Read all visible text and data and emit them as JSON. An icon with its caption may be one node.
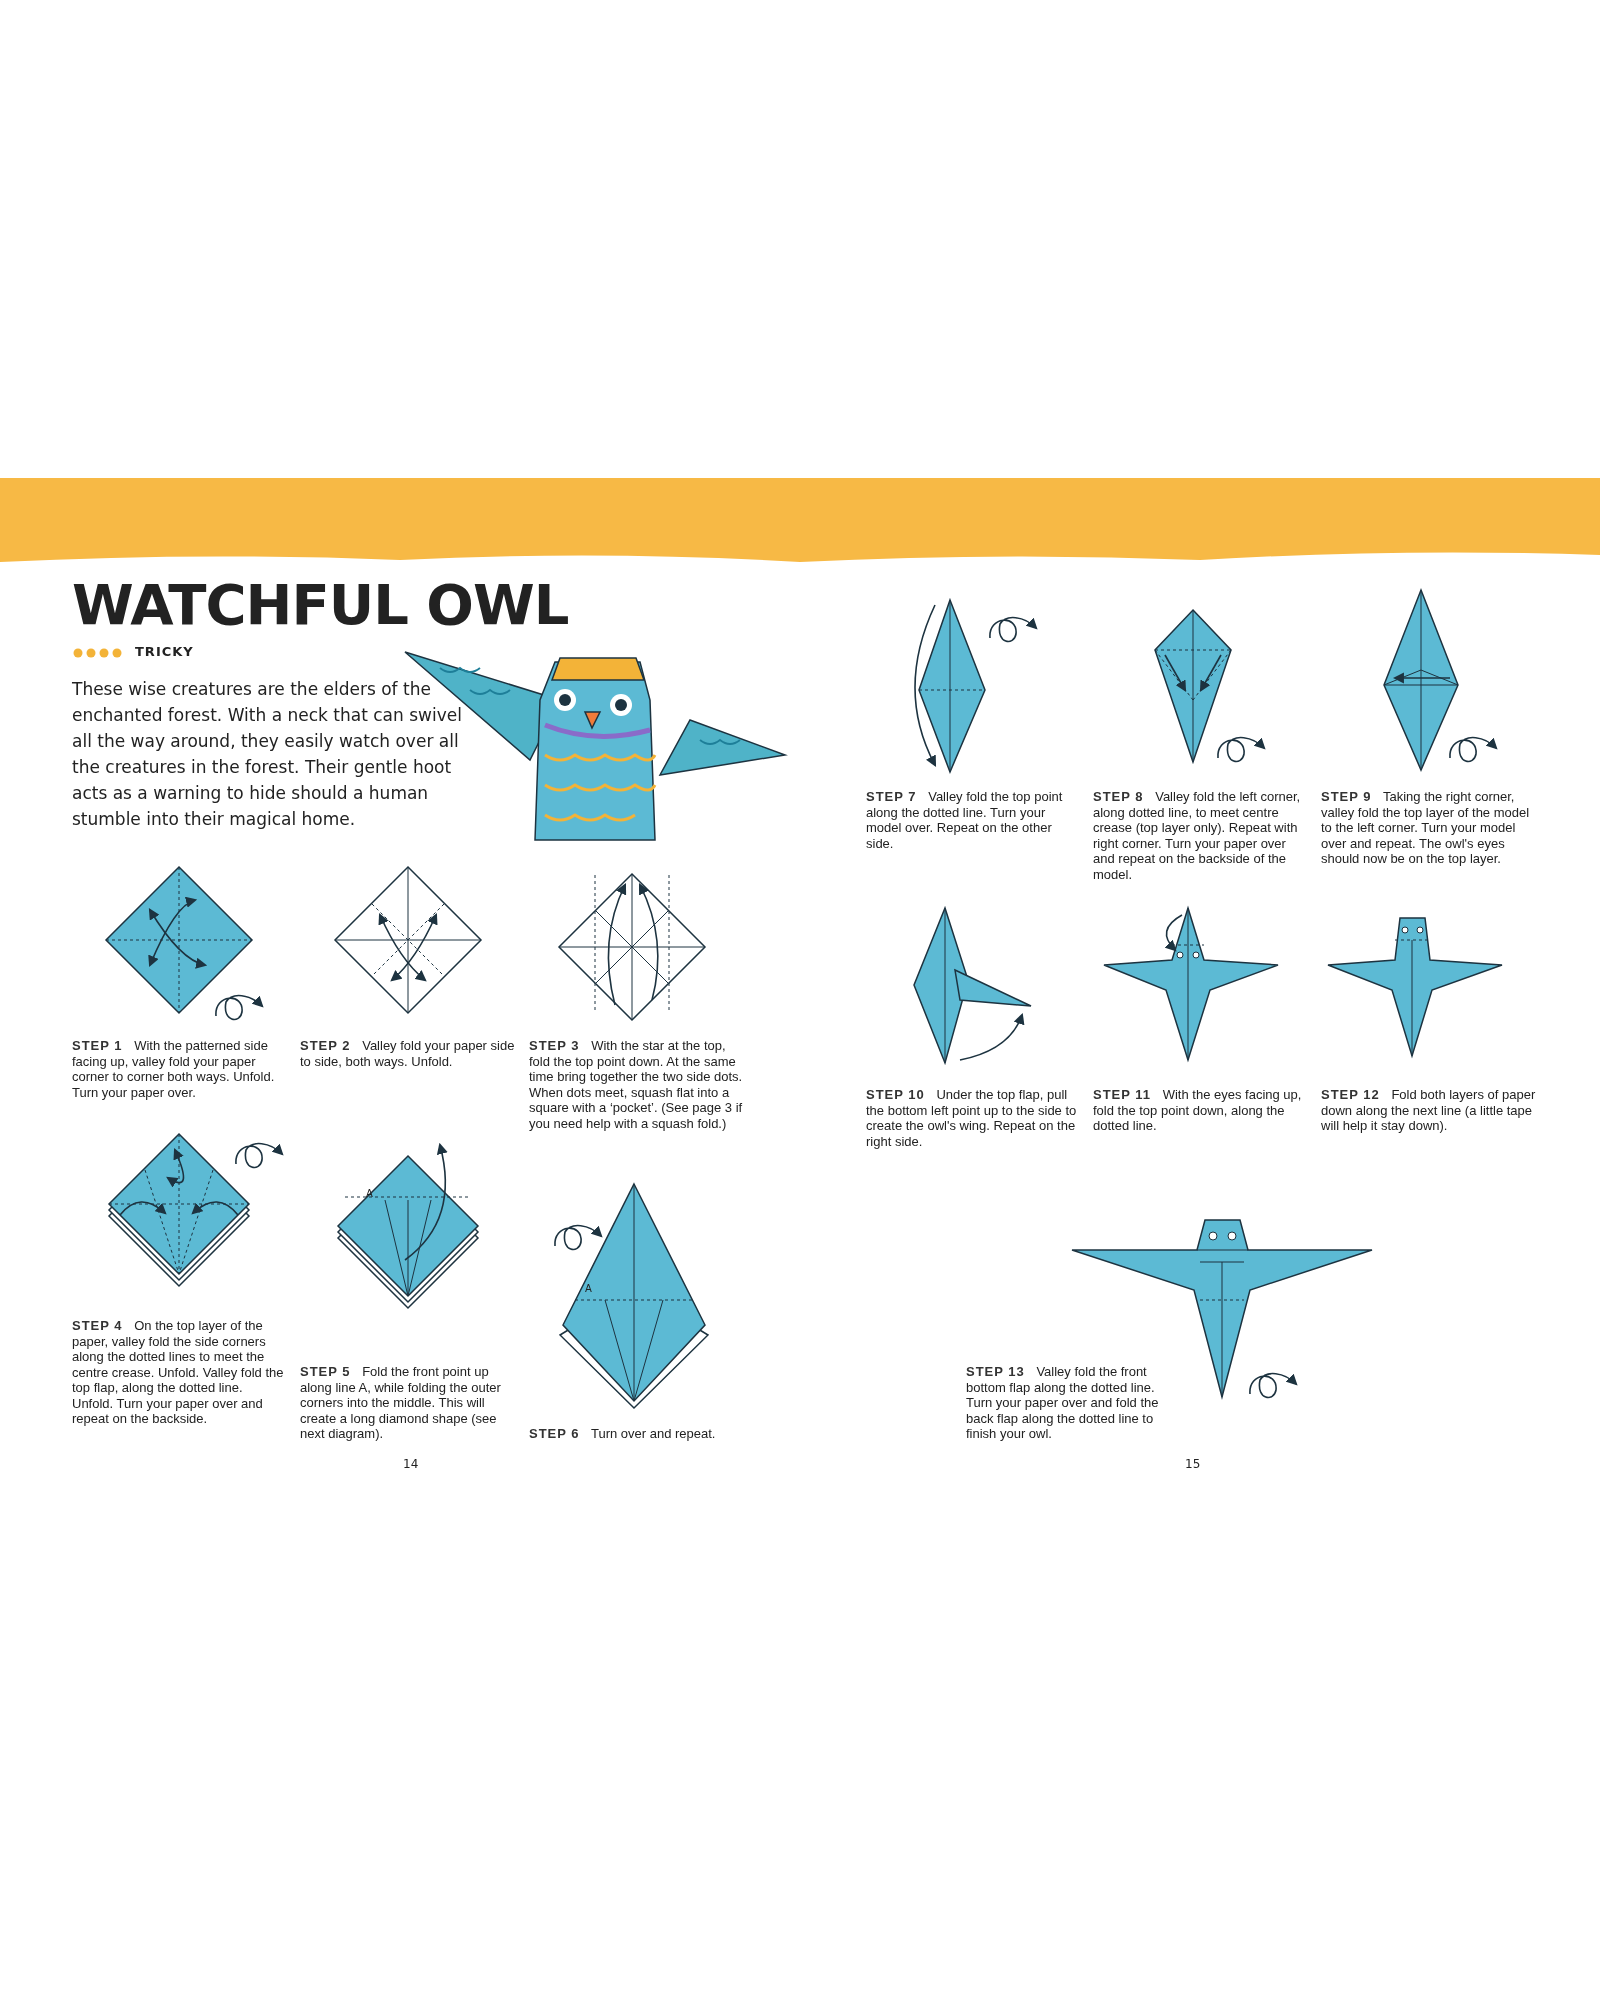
{
  "diagram": {
    "title": "WATCHFUL OWL",
    "labels": [
      "TRICKY",
      "These wise creatures are the elders of the enchanted forest. With a neck that can swivel all the way around, they easily watch over all the creatures in the forest. Their gentle hoot acts as a warning to hide should a human stumble into their magical home.",
      "**STEP 1** With the patterned side facing up, valley fold your paper corner to corner both ways. Unfold. Turn your paper over.",
      "**STEP 2** Valley fold your paper side to side, both ways. Unfold.",
      "**STEP 3** With the star at the top, fold the top point down. At the same time bring together the two side dots. When dots meet, squash flat into a square with a ‘pocket’. (See page 3 if you need help with a squash fold.)",
      "**STEP 4** On the top layer of the paper, valley fold the side corners along the dotted lines to meet the centre crease. Unfold. Valley fold the top flap, along the dotted line. Unfold. Turn your paper over and repeat on the backside.",
      "A",
      "**STEP 5** Fold the front point up along line A, while folding the outer corners into the middle. This will create a long diamond shape (see next diagram).",
      "A",
      "**STEP 6** Turn over and repeat.",
      "14",
      "**STEP 7** Valley fold the top point along the dotted line. Turn your model over. Repeat on the other side.",
      "**STEP 8** Valley fold the left corner, along dotted line, to meet centre crease (top layer only). Repeat with right corner. Turn your paper over and repeat on the backside of the model.",
      "**STEP 9** Taking the right corner, valley fold the top layer of the model to the left corner. Turn your model over and repeat. The owl's eyes should now be on the top layer.",
      "**STEP 10** Under the top flap, pull the bottom left point up to the side to create the owl's wing. Repeat on the right side.",
      "**STEP 11** With the eyes facing up, fold the top point down, along the dotted line.",
      "**STEP 12** Fold both layers of paper down along the next line (a little tape will help it stay down).",
      "**STEP 13** Valley fold the front bottom flap along the dotted line. Turn your paper over and fold the back flap along the dotted line to finish your owl.",
      "15"
    ]
  }
}
